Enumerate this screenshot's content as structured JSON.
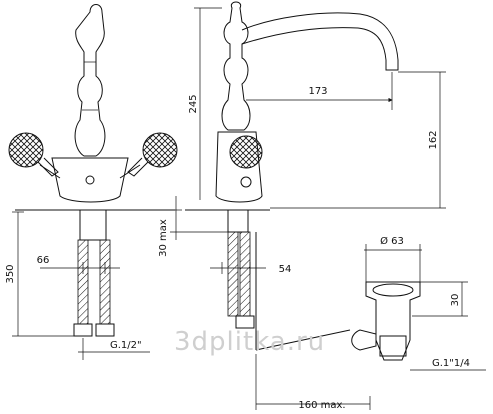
{
  "dimensions": {
    "spout_height": "245",
    "spout_reach": "173",
    "spout_drop": "162",
    "hose_length": "350",
    "max_deck": "30 max",
    "hose_spacing": "66",
    "body_width": "54",
    "waste_diameter": "Ø 63",
    "waste_height": "30",
    "rod_length": "160 max.",
    "hose_thread": "G.1/2\"",
    "waste_thread": "G.1\"1/4"
  },
  "watermark": "3dplitka.ru"
}
